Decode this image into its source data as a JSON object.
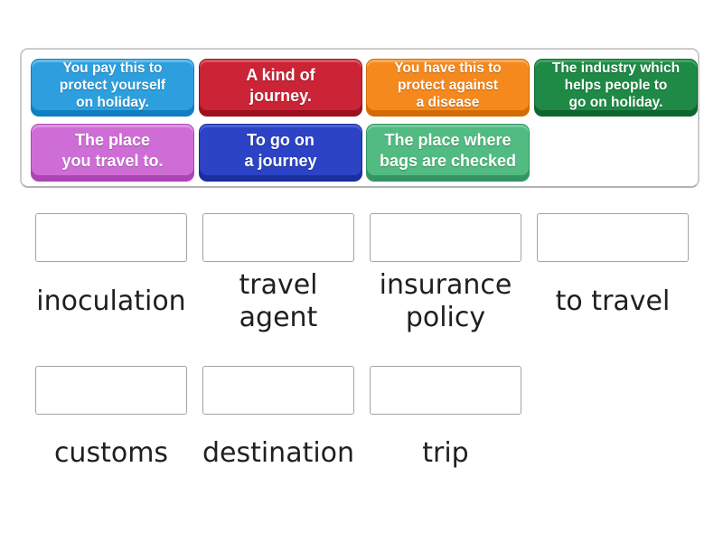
{
  "activity": {
    "cards": [
      {
        "text": "You pay this to\nprotect yourself\non holiday.",
        "colors": {
          "main": "#2E9FDE",
          "dark": "#0E7FC0",
          "light": "#62BCEC"
        }
      },
      {
        "text": "A kind of\njourney.",
        "colors": {
          "main": "#CB2436",
          "dark": "#9B111F",
          "light": "#DC5560"
        }
      },
      {
        "text": "You have this to\nprotect against\na disease",
        "colors": {
          "main": "#F6891E",
          "dark": "#D26D06",
          "light": "#F9AB55"
        }
      },
      {
        "text": "The industry which\nhelps people to\ngo on holiday.",
        "colors": {
          "main": "#1E8A45",
          "dark": "#0D662F",
          "light": "#3EA562"
        }
      },
      {
        "text": "The place\nyou travel to.",
        "colors": {
          "main": "#CF6DD6",
          "dark": "#AC44B6",
          "light": "#DE95E3"
        }
      },
      {
        "text": "To go on\na journey",
        "colors": {
          "main": "#2B43C4",
          "dark": "#1B2E9E",
          "light": "#4A60D4"
        }
      },
      {
        "text": "The place where\nbags are checked",
        "colors": {
          "main": "#51BB81",
          "dark": "#349562",
          "light": "#77CB9E"
        }
      }
    ],
    "answers_row1": [
      "inoculation",
      "travel\nagent",
      "insurance\npolicy",
      "to travel"
    ],
    "answers_row2": [
      "customs",
      "destination",
      "trip"
    ]
  }
}
